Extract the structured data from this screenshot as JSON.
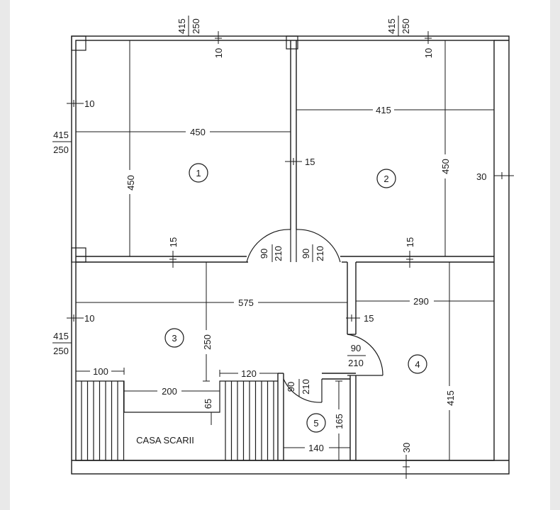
{
  "plan": {
    "title": "CASA SCARII",
    "rooms": [
      {
        "id": "1"
      },
      {
        "id": "2"
      },
      {
        "id": "3"
      },
      {
        "id": "4"
      },
      {
        "id": "5"
      }
    ],
    "dims": {
      "top1_a": "415",
      "top1_b": "250",
      "top2_a": "415",
      "top2_b": "250",
      "left1_a": "415",
      "left1_b": "250",
      "left2_a": "415",
      "left2_b": "250",
      "w10_a": "10",
      "w10_b": "10",
      "w10_c": "10",
      "w10_d": "10",
      "r1_w": "450",
      "r1_h": "450",
      "r2_w": "415",
      "r2_h": "450",
      "p15_a": "15",
      "p15_b": "15",
      "p15_c": "15",
      "p15_d": "15",
      "w30_a": "30",
      "w30_b": "30",
      "d1_a": "90",
      "d1_b": "210",
      "d2_a": "90",
      "d2_b": "210",
      "d3_a": "90",
      "d3_b": "210",
      "d4_a": "90",
      "d4_b": "210",
      "r3_w": "575",
      "r3_h": "250",
      "r4_w": "290",
      "r4_h": "415",
      "s100": "100",
      "s200": "200",
      "s120": "120",
      "s65": "65",
      "r5_w": "140",
      "r5_h": "165"
    },
    "colors": {
      "line": "#1a1a1a",
      "background": "#ffffff",
      "margin": "#e9e9e9"
    }
  }
}
